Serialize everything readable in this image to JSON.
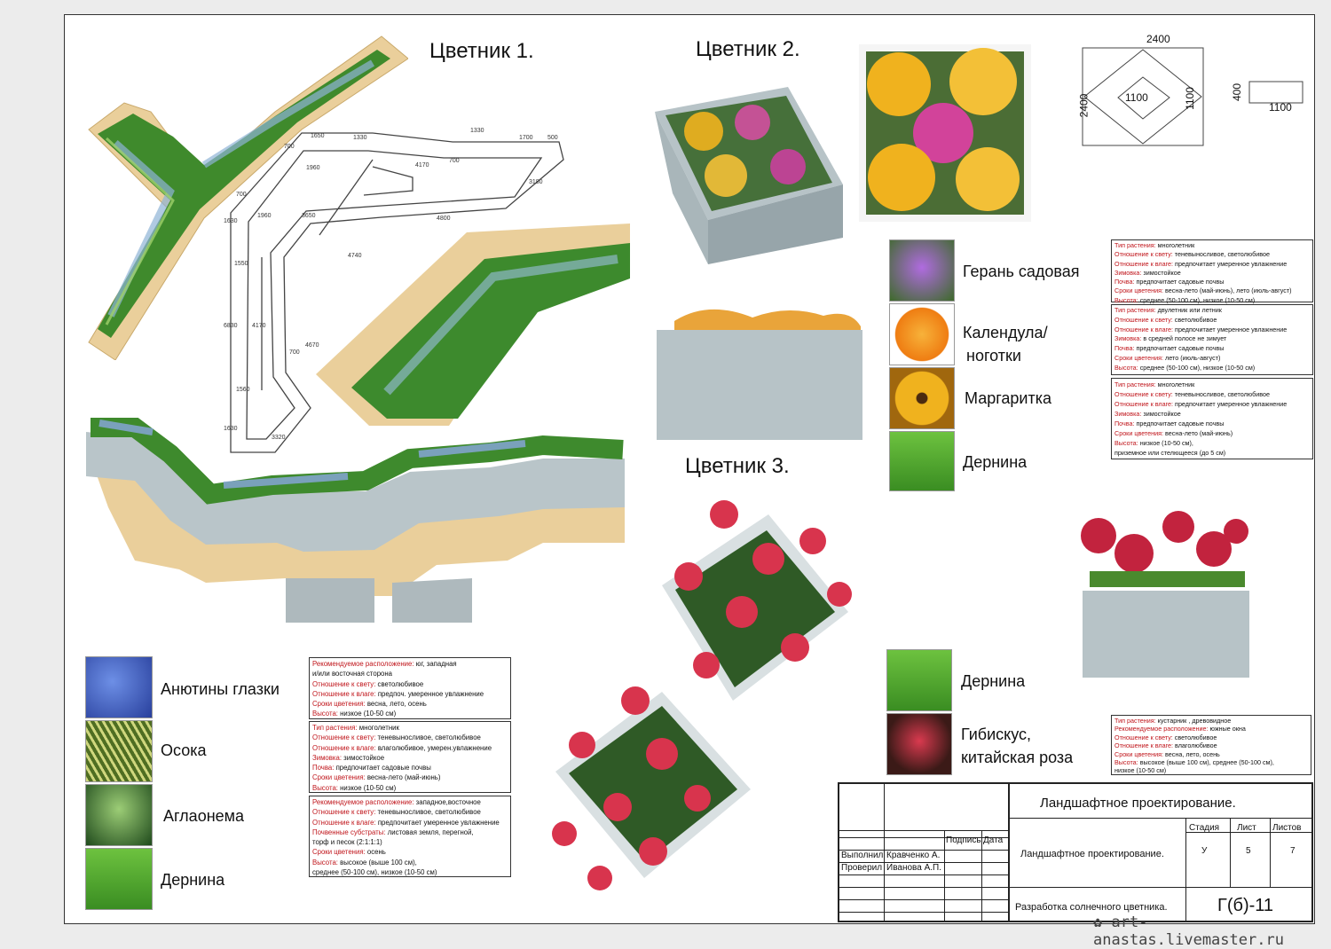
{
  "titles": {
    "bed1": "Цветник 1.",
    "bed2": "Цветник 2.",
    "bed3": "Цветник 3."
  },
  "drawing1_dims": [
    "700",
    "1650",
    "1330",
    "1330",
    "1700",
    "500",
    "1960",
    "4170",
    "700",
    "3180",
    "700",
    "1960",
    "3650",
    "4800",
    "1630",
    "4740",
    "1550",
    "6830",
    "4170",
    "700",
    "4670",
    "1560",
    "1630",
    "3320"
  ],
  "drawing2_dims": {
    "top": "2400",
    "left": "2400",
    "inner1": "1100",
    "inner2": "1100",
    "small_top": "400",
    "small_bottom": "1100"
  },
  "bed1_plants": [
    {
      "name": "Анютины глазки",
      "icon": "pansy-icon",
      "color": "#4a6fd1"
    },
    {
      "name": "Осока",
      "icon": "sedge-icon",
      "color": "#7fa04a"
    },
    {
      "name": "Аглаонема",
      "icon": "aglaonema-icon",
      "color": "#3f7a3a"
    },
    {
      "name": "Дернина",
      "icon": "turf-icon",
      "color": "#5fb23a"
    }
  ],
  "bed1_info": [
    [
      [
        "Рекомендуемое расположение:",
        "юг, западная"
      ],
      [
        "",
        "и/или восточная сторона"
      ],
      [
        "Отношение к свету:",
        "светолюбивое"
      ],
      [
        "Отношение к влаге:",
        "предпоч. умеренное увлажнение"
      ],
      [
        "Сроки цветения:",
        "весна, лето, осень"
      ],
      [
        "Высота:",
        "низкое (10-50 см)"
      ]
    ],
    [
      [
        "Тип растения:",
        "многолетник"
      ],
      [
        "Отношение к свету:",
        "теневыносливое, светолюбивое"
      ],
      [
        "Отношение к влаге:",
        "влаголюбивое, умерен.увлажнение"
      ],
      [
        "Зимовка:",
        "зимостойкое"
      ],
      [
        "Почва:",
        "предпочитает садовые почвы"
      ],
      [
        "Сроки цветения:",
        "весна-лето (май-июнь)"
      ],
      [
        "Высота:",
        "низкое (10-50 см)"
      ]
    ],
    [
      [
        "Рекомендуемое расположение:",
        "западное,восточное"
      ],
      [
        "Отношение к свету:",
        "теневыносливое, светолюбивое"
      ],
      [
        "Отношение к влаге:",
        "предпочитает умеренное увлажнение"
      ],
      [
        "Почвенные субстраты:",
        "листовая земля, перегной,"
      ],
      [
        "",
        "торф и песок (2:1:1:1)"
      ],
      [
        "Сроки цветения:",
        "осень"
      ],
      [
        "Высота:",
        "высокое (выше 100 см),"
      ],
      [
        "",
        "среднее (50-100 см),  низкое (10-50 см)"
      ]
    ]
  ],
  "bed2_plants": [
    {
      "name": "Герань садовая",
      "icon": "geranium-icon",
      "color": "#8a4fcf"
    },
    {
      "name": "Календула/",
      "name2": "ноготки",
      "icon": "calendula-icon",
      "color": "#f0921c"
    },
    {
      "name": "Маргаритка",
      "icon": "daisy-icon",
      "color": "#e7a51c"
    },
    {
      "name": "Дернина",
      "icon": "turf-icon",
      "color": "#5fb23a"
    }
  ],
  "bed2_info": [
    [
      [
        "Тип растения:",
        "многолетник"
      ],
      [
        "Отношение к свету:",
        "теневыносливое, светолюбивое"
      ],
      [
        "Отношение к влаге:",
        "предпочитает умеренное увлажнение"
      ],
      [
        "Зимовка:",
        "зимостойкое"
      ],
      [
        "Почва:",
        "предпочитает садовые почвы"
      ],
      [
        "Сроки цветения:",
        "весна-лето (май-июнь),  лето (июль-август)"
      ],
      [
        "Высота:",
        "среднее (50-100 см),  низкое (10-50 см)"
      ]
    ],
    [
      [
        "Тип растения:",
        "двулетник или летник"
      ],
      [
        "Отношение к свету:",
        "светолюбивое"
      ],
      [
        "Отношение к влаге:",
        "предпочитает умеренное увлажнение"
      ],
      [
        "Зимовка:",
        "в средней полосе не зимует"
      ],
      [
        "Почва:",
        "предпочитает садовые почвы"
      ],
      [
        "Сроки цветения:",
        "лето (июль-август)"
      ],
      [
        "Высота:",
        "среднее (50-100 см),  низкое (10-50 см)"
      ]
    ],
    [
      [
        "Тип растения:",
        "многолетник"
      ],
      [
        "Отношение к свету:",
        "теневыносливое, светолюбивое"
      ],
      [
        "Отношение к влаге:",
        "предпочитает умеренное увлажнение"
      ],
      [
        "Зимовка:",
        "зимостойкое"
      ],
      [
        "Почва:",
        "предпочитает садовые почвы"
      ],
      [
        "Сроки цветения:",
        "весна-лето (май-июнь)"
      ],
      [
        "Высота:",
        "низкое (10-50 см),"
      ],
      [
        "",
        "приземное или стелющееся (до 5 см)"
      ]
    ]
  ],
  "bed3_plants": [
    {
      "name": "Дернина",
      "icon": "turf-icon",
      "color": "#5fb23a"
    },
    {
      "name": "Гибискус,",
      "name2": "китайская роза",
      "icon": "hibiscus-icon",
      "color": "#c22a3f"
    }
  ],
  "bed3_info": [
    [
      [
        "Тип растения:",
        "кустарник ,  древовидное"
      ],
      [
        "Рекомендуемое расположение:",
        "южные окна"
      ],
      [
        "Отношение к свету:",
        "светолюбивое"
      ],
      [
        "Отношение к влаге:",
        "влаголюбивое"
      ],
      [
        "Сроки цветения:",
        "весна, лето, осень"
      ],
      [
        "Высота:",
        "высокое (выше 100 см),  среднее (50-100 см),"
      ],
      [
        "",
        "низкое (10-50 см)"
      ]
    ]
  ],
  "stamp": {
    "header": "Ландшафтное проектирование.",
    "col_sign": "Подпись",
    "col_date": "Дата",
    "row1_role": "Выполнил",
    "row1_name": "Кравченко А.",
    "row2_role": "Проверил",
    "row2_name": "Иванова А.П.",
    "middle": "Ландшафтное проектирование.",
    "stage_h": "Стадия",
    "sheet_h": "Лист",
    "sheets_h": "Листов",
    "stage": "У",
    "sheet": "5",
    "sheets": "7",
    "bottom": "Разработка солнечного цветника.",
    "code": "Г(б)-11"
  },
  "watermark": "art-anastas.livemaster.ru",
  "colors": {
    "label_red": "#c0151b",
    "planter": "#b7c3c7",
    "wood": "#eacf9b",
    "foliage": "#3f8a2c",
    "pink": "#d8344d",
    "yellow": "#f0b21e"
  }
}
